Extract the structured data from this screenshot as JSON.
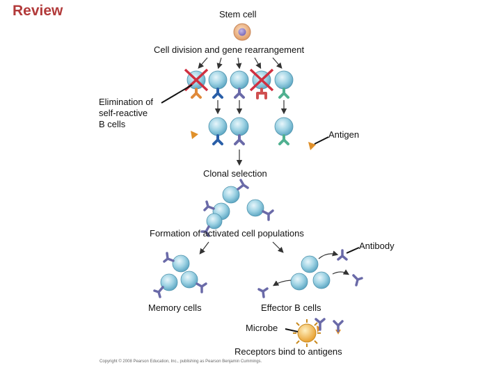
{
  "title": "Review",
  "labels": {
    "stem_cell": "Stem cell",
    "cell_division": "Cell division and gene rearrangement",
    "elimination_line1": "Elimination of",
    "elimination_line2": "self-reactive",
    "elimination_line3": "B cells",
    "antigen": "Antigen",
    "clonal_selection": "Clonal selection",
    "formation": "Formation of activated cell populations",
    "antibody": "Antibody",
    "memory_cells": "Memory cells",
    "effector_cells": "Effector B cells",
    "microbe": "Microbe",
    "receptors_bind": "Receptors bind to antigens"
  },
  "copyright": "Copyright © 2008 Pearson Education, Inc., publishing as Pearson Benjamin Cummings.",
  "colors": {
    "title": "#b23a3a",
    "stem_cell": "#e8a070",
    "b_cell": "#8cc8dc",
    "x_mark": "#d03040",
    "receptor_red": "#d05050",
    "receptor_blue": "#2a5fa8",
    "receptor_purple": "#6a6aa8",
    "receptor_green": "#50b090",
    "antigen": "#e0902a",
    "microbe": "#f0b850"
  }
}
